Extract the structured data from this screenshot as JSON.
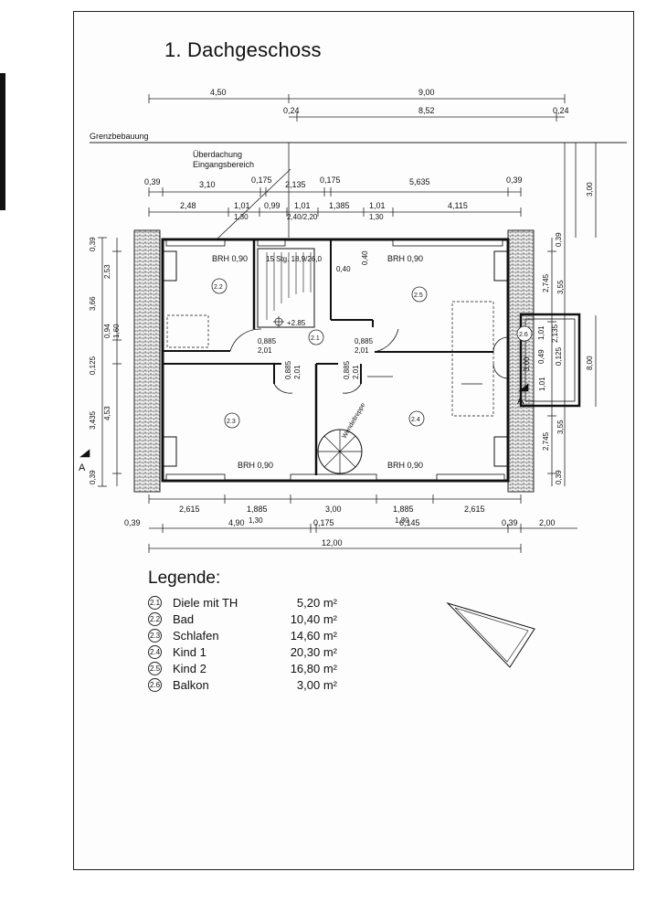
{
  "title": "1. Dachgeschoss",
  "labels": {
    "grenz": "Grenzbebauung",
    "ueber1": "Überdachung",
    "ueber2": "Eingangsbereich",
    "stair_note": "15 Stg. 18,9/26,0",
    "level": "+2.85",
    "spiral": "Wendeltreppe",
    "letter_a": "A"
  },
  "dimensions": {
    "top_row1": [
      "4,50",
      "9,00"
    ],
    "top_row2": [
      "0,24",
      "8,52",
      "0,24"
    ],
    "top_row3": [
      "0,39",
      "3,10",
      "0,175",
      "2,135",
      "0,175",
      "5,635",
      "0,39"
    ],
    "top_row4": [
      "2,48",
      "1,01",
      "0,99",
      "1,01",
      "1,385",
      "1,01",
      "4,115"
    ],
    "top_row4_sub": [
      "1,30",
      "2,40/2,20",
      "1,30"
    ],
    "right_3": "3,00",
    "bottom_row1": [
      "2,615",
      "1,885",
      "3,00",
      "1,885",
      "2,615"
    ],
    "bottom_row1_sub": [
      "1,30",
      "1,30"
    ],
    "bottom_row2": [
      "0,39",
      "4,90",
      "0,175",
      "6,145",
      "0,39",
      "2,00"
    ],
    "bottom_row3": "12,00",
    "left": [
      "0,39",
      "2,53",
      "3,66",
      "0,94",
      "1,60",
      "0,125",
      "3,435",
      "4,53",
      "0,39"
    ],
    "right": [
      "0,39",
      "2,745",
      "3,55",
      "3,00",
      "0,49",
      "1,01",
      "2,135",
      "0,125",
      "8,00",
      "3,55",
      "2,745",
      "0,39",
      "1,01"
    ],
    "misc": [
      "0,40",
      "0,40",
      "0,885",
      "2,01",
      "0,885",
      "2,01",
      "0,885",
      "2,01",
      "0,885",
      "2,01"
    ]
  },
  "rooms": [
    {
      "code": "2.1",
      "brh": ""
    },
    {
      "code": "2.2",
      "brh": "BRH 0,90"
    },
    {
      "code": "2.3",
      "brh": "BRH 0,90"
    },
    {
      "code": "2.4",
      "brh": "BRH 0,90"
    },
    {
      "code": "2.5",
      "brh": "BRH 0,90"
    },
    {
      "code": "2.6",
      "brh": ""
    }
  ],
  "legend": {
    "title": "Legende:",
    "items": [
      {
        "code": "2.1",
        "name": "Diele mit TH",
        "area": "5,20 m²"
      },
      {
        "code": "2.2",
        "name": "Bad",
        "area": "10,40 m²"
      },
      {
        "code": "2.3",
        "name": "Schlafen",
        "area": "14,60 m²"
      },
      {
        "code": "2.4",
        "name": "Kind 1",
        "area": "20,30 m²"
      },
      {
        "code": "2.5",
        "name": "Kind 2",
        "area": "16,80 m²"
      },
      {
        "code": "2.6",
        "name": "Balkon",
        "area": "3,00 m²"
      }
    ]
  }
}
